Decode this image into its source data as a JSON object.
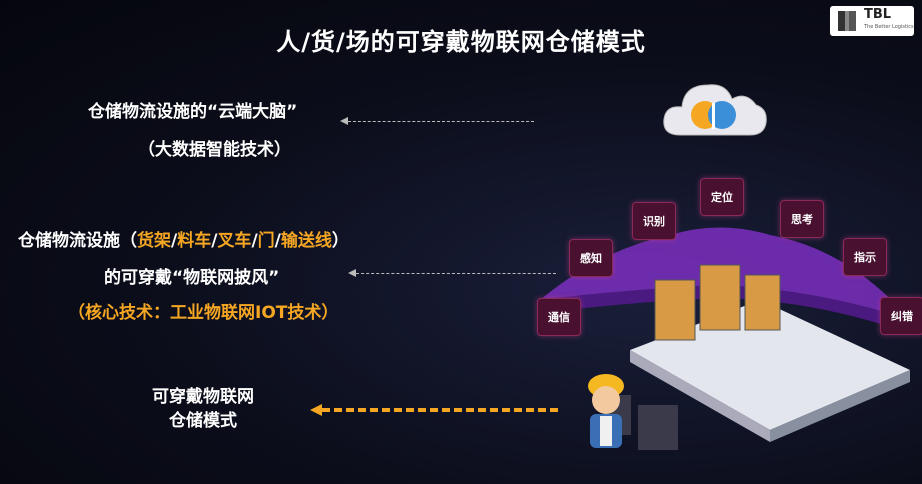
{
  "title": "人/货/场的可穿戴物联网仓储模式",
  "logo": {
    "name": "TBL",
    "tagline": "The Better Logistics"
  },
  "cloud_section": {
    "line1": "仓储物流设施的“云端大脑”",
    "line2": "（大数据智能技术）"
  },
  "facility_section": {
    "line1_prefix": "仓储物流设施（",
    "items": [
      "货架",
      "料车",
      "叉车",
      "门",
      "输送线"
    ],
    "sep": "/",
    "line1_suffix": "）",
    "line2": "的可穿戴“物联网披风”",
    "line3": "（核心技术：工业物联网IOT技术）"
  },
  "mode_section": {
    "line1": "可穿戴物联网",
    "line2": "仓储模式"
  },
  "badges": [
    "通信",
    "感知",
    "识别",
    "定位",
    "思考",
    "指示",
    "纠错"
  ],
  "colors": {
    "accent": "#f5a623",
    "badge_bg": "#4a1030",
    "cape": "#7b2fbf"
  }
}
